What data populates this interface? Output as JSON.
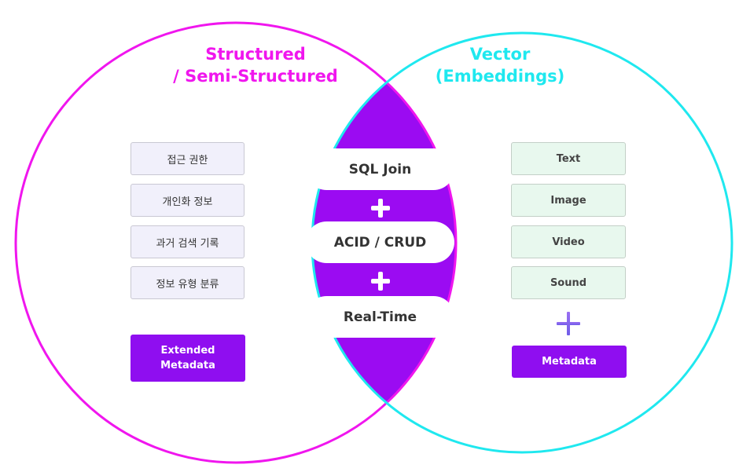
{
  "diagram": {
    "colors": {
      "left_circle": "#f016ee",
      "right_circle": "#1fe8ef",
      "intersection": "#9b0bf2",
      "metadata_box": "#8f0ef0",
      "left_box_fill": "#f1f0fb",
      "right_box_fill": "#e8f8ee"
    },
    "left": {
      "title_line1": "Structured",
      "title_line2": "/ Semi-Structured",
      "items": [
        "접근 권한",
        "개인화 정보",
        "과거 검색 기록",
        "정보 유형 분류"
      ],
      "meta_line1": "Extended",
      "meta_line2": "Metadata"
    },
    "right": {
      "title_line1": "Vector",
      "title_line2": "(Embeddings)",
      "items": [
        "Text",
        "Image",
        "Video",
        "Sound"
      ],
      "meta_label": "Metadata",
      "plus_icon": "plus-icon"
    },
    "center": {
      "items": [
        "SQL Join",
        "ACID / CRUD",
        "Real-Time"
      ],
      "plus_icon": "plus-icon"
    }
  }
}
